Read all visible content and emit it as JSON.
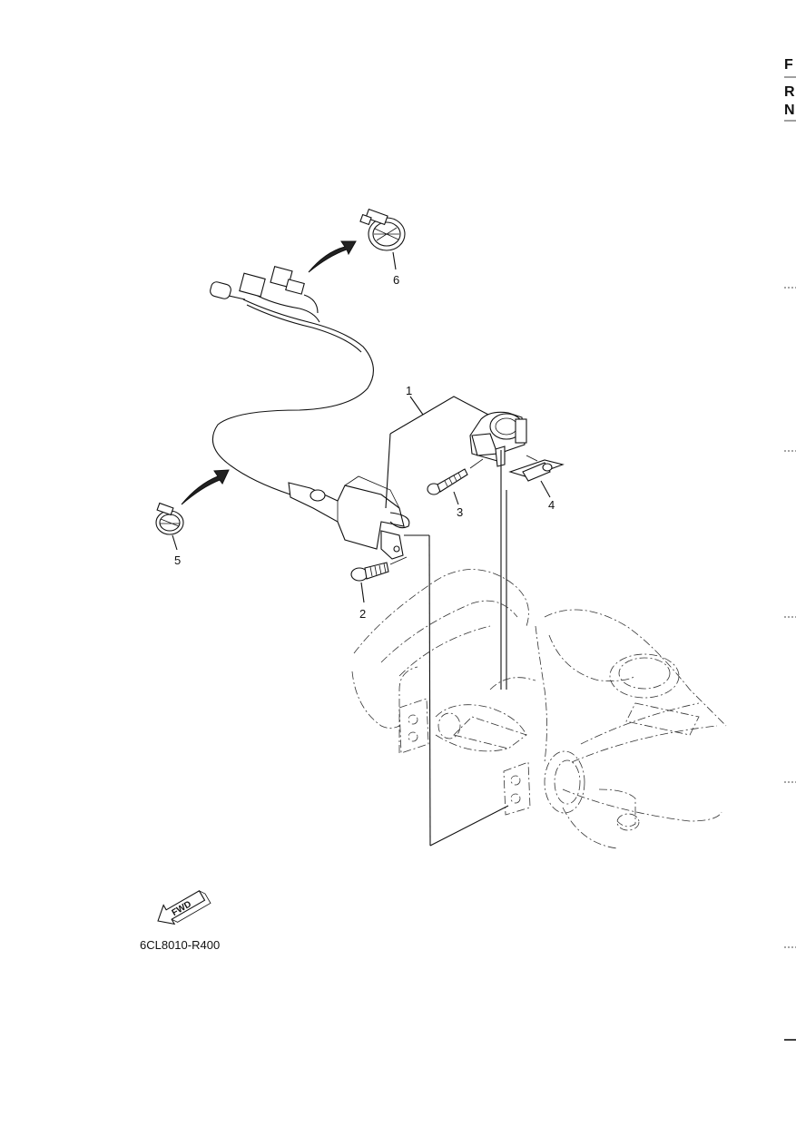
{
  "edge_labels": [
    "F",
    "R",
    "N"
  ],
  "callouts": {
    "c1": "1",
    "c2": "2",
    "c3": "3",
    "c4": "4",
    "c5": "5",
    "c6": "6"
  },
  "fwd_label": "FWD",
  "diagram_code": "6CL8010-R400"
}
